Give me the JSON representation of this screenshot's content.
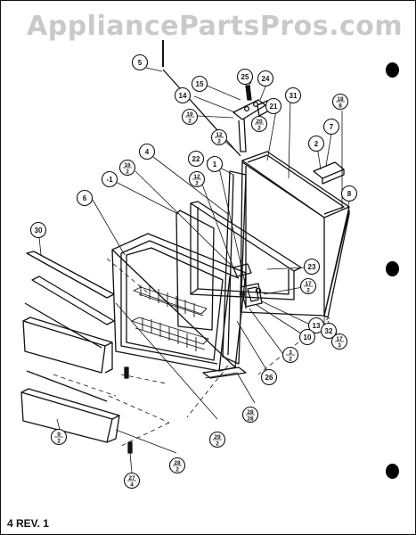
{
  "watermark": "AppliancePartsPros.com",
  "revision": "4 REV. 1",
  "callouts": [
    {
      "text": "5"
    },
    {
      "text": "15"
    },
    {
      "text": "25"
    },
    {
      "text": "24"
    },
    {
      "text": "14"
    },
    {
      "text": "19",
      "sub": "2"
    },
    {
      "text": "20",
      "sub": "2"
    },
    {
      "text": "21"
    },
    {
      "text": "31"
    },
    {
      "text": "18",
      "sub": "8"
    },
    {
      "text": "12",
      "sub": "2"
    },
    {
      "text": "7"
    },
    {
      "text": "2"
    },
    {
      "text": "4"
    },
    {
      "text": "16",
      "sub": "2"
    },
    {
      "text": "22"
    },
    {
      "text": "1"
    },
    {
      "text": "12",
      "sub": "2"
    },
    {
      "text": "-1"
    },
    {
      "text": "6"
    },
    {
      "text": "8"
    },
    {
      "text": "30"
    },
    {
      "text": "23"
    },
    {
      "text": "17",
      "sub": "2"
    },
    {
      "text": "13"
    },
    {
      "text": "10"
    },
    {
      "text": "3",
      "sub": "2"
    },
    {
      "text": "26"
    },
    {
      "text": "28",
      "sub": "28"
    },
    {
      "text": "17",
      "sub": "3"
    },
    {
      "text": "32"
    },
    {
      "text": "29",
      "sub": "2"
    },
    {
      "text": "9",
      "sub": "2"
    },
    {
      "text": "28",
      "sub": "2"
    },
    {
      "text": "27",
      "sub": "4"
    }
  ]
}
